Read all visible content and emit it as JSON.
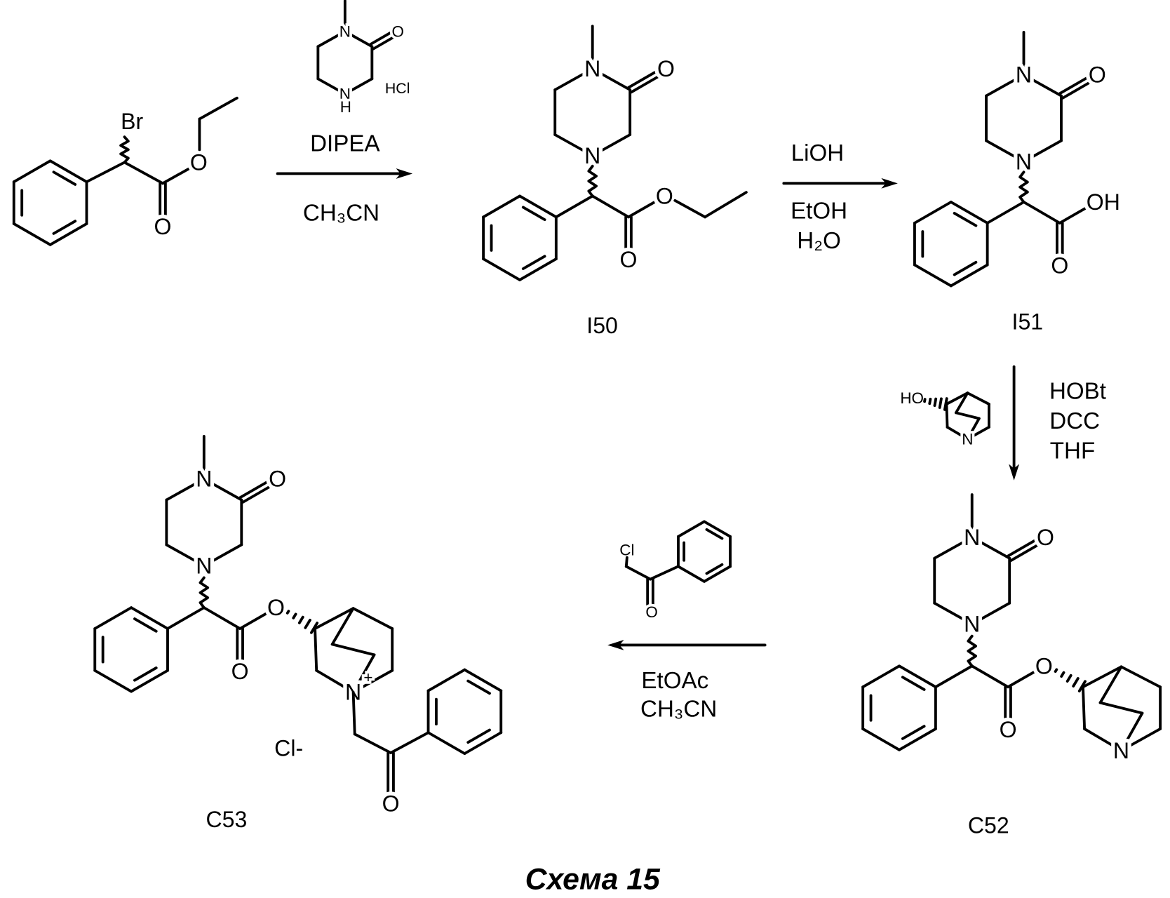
{
  "scheme": {
    "title": "Схема 15",
    "ink_color": "#000000",
    "background": "#ffffff"
  },
  "starting_material": {
    "atoms": [
      "Br",
      "O",
      "O"
    ]
  },
  "step1": {
    "reagent": {
      "atoms": [
        "N",
        "O",
        "N",
        "H"
      ],
      "salt": "HCl"
    },
    "conditions": [
      "DIPEA",
      "CH₃CN"
    ]
  },
  "i50": {
    "label": "I50",
    "atoms": [
      "N",
      "O",
      "N",
      "O",
      "O"
    ]
  },
  "step2": {
    "conditions": [
      "LiOH",
      "EtOH",
      "H₂O"
    ]
  },
  "i51": {
    "label": "I51",
    "atoms": [
      "N",
      "O",
      "N",
      "O",
      "OH"
    ]
  },
  "step3": {
    "reagent": {
      "atoms": [
        "HO",
        "N"
      ]
    },
    "conditions": [
      "HOBt",
      "DCC",
      "THF"
    ]
  },
  "c52": {
    "label": "C52",
    "atoms": [
      "N",
      "O",
      "N",
      "O",
      "O",
      "N"
    ]
  },
  "step4": {
    "reagent": {
      "atoms": [
        "Cl",
        "O"
      ]
    },
    "conditions": [
      "EtOAc",
      "CH₃CN"
    ]
  },
  "c53": {
    "label": "C53",
    "atoms": [
      "N",
      "O",
      "N",
      "O",
      "O",
      "N",
      "+",
      "O"
    ],
    "counterion": "Cl-"
  }
}
